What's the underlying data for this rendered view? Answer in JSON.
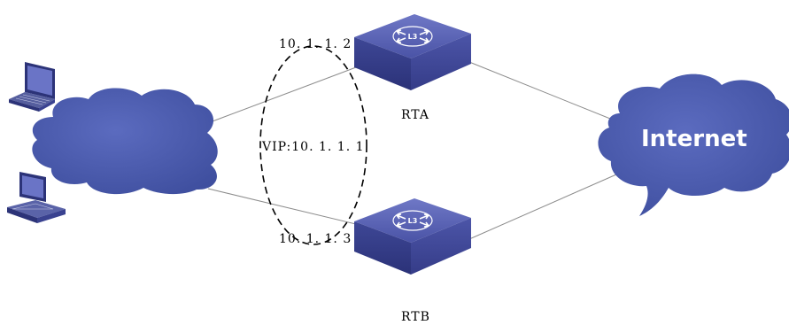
{
  "routers": [
    {
      "name": "RTA",
      "ip": "10. 1. 1. 2",
      "icon": "l3-switch-icon"
    },
    {
      "name": "RTB",
      "ip": "10. 1. 1. 3",
      "icon": "l3-switch-icon"
    }
  ],
  "vip": "VIP:10. 1. 1. 1",
  "internet": {
    "label": "Internet"
  },
  "hosts": [
    {
      "icon": "laptop-icon"
    },
    {
      "icon": "desktop-pc-icon"
    }
  ],
  "colors": {
    "cloud": "#4a5aa8",
    "router_top": "#5a64b4",
    "router_side": "#3a4290",
    "link": "#909090"
  }
}
